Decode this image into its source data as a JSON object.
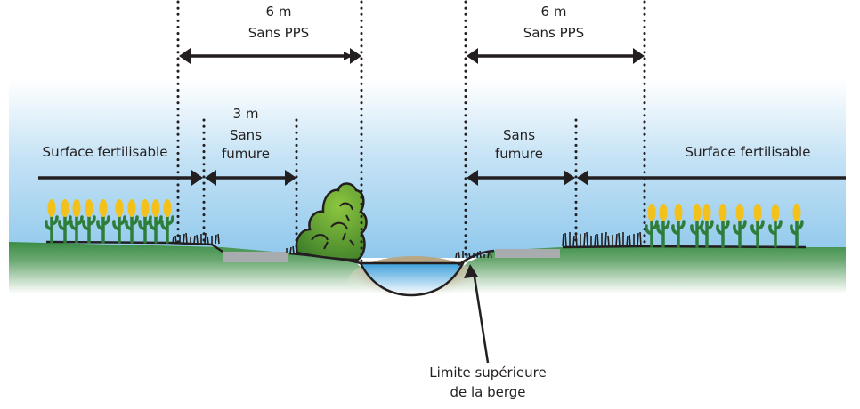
{
  "title": "Bandes enherbées et zones sans fumure le long d'un cours d'eau",
  "left_side": {
    "pps_zone": {
      "distance": "6 m",
      "label": "Sans PPS"
    },
    "fumure_zone": {
      "distance": "3 m",
      "label_line1": "Sans",
      "label_line2": "fumure"
    },
    "fertile_zone": {
      "label": "Surface fertilisable"
    }
  },
  "right_side": {
    "pps_zone": {
      "distance": "6 m",
      "label": "Sans PPS"
    },
    "fumure_zone": {
      "label_line1": "Sans",
      "label_line2": "fumure"
    },
    "fertile_zone": {
      "label": "Surface fertilisable"
    }
  },
  "callout": {
    "line1": "Limite supérieure",
    "line2": "de la berge"
  },
  "colors": {
    "sky_top": "#ffffff",
    "sky_bottom": "#8fc8ec",
    "ground": "#3f8f4a",
    "water": "#5aaee0",
    "path": "#a9acae",
    "bush": "#6aa832",
    "corn": "#f3c11b",
    "stem": "#2e7d3a",
    "ink": "#231f20"
  }
}
